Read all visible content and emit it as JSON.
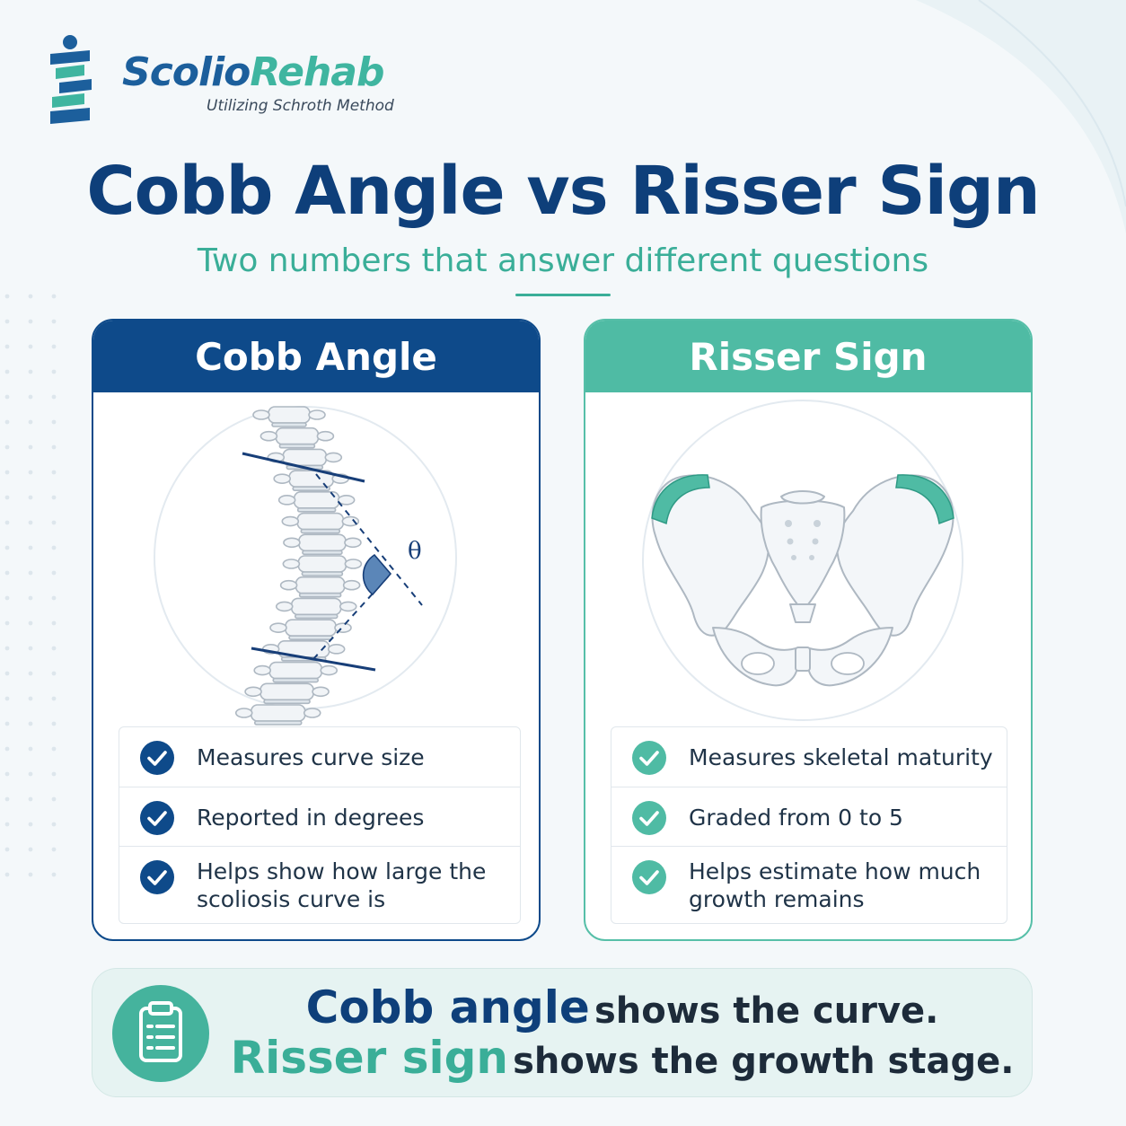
{
  "brand": {
    "name_part1": "Scolio",
    "name_part2": "Rehab",
    "tagline": "Utilizing Schroth Method"
  },
  "title": "Cobb Angle vs Risser Sign",
  "subtitle": "Two numbers that answer different questions",
  "cards": [
    {
      "title": "Cobb Angle",
      "angle_label": "θ",
      "items": [
        "Measures curve size",
        "Reported in degrees",
        "Helps show how large the scoliosis curve is"
      ]
    },
    {
      "title": "Risser Sign",
      "items": [
        "Measures skeletal maturity",
        "Graded from 0 to 5",
        "Helps estimate how much growth remains"
      ]
    }
  ],
  "summary": {
    "line1_emphasis": "Cobb angle",
    "line1_rest": "shows the curve.",
    "line2_emphasis": "Risser sign",
    "line2_rest": "shows the growth stage."
  },
  "colors": {
    "navy": "#0e4a8a",
    "teal": "#4fbba4",
    "text": "#1f3347",
    "background": "#f4f8fa"
  }
}
